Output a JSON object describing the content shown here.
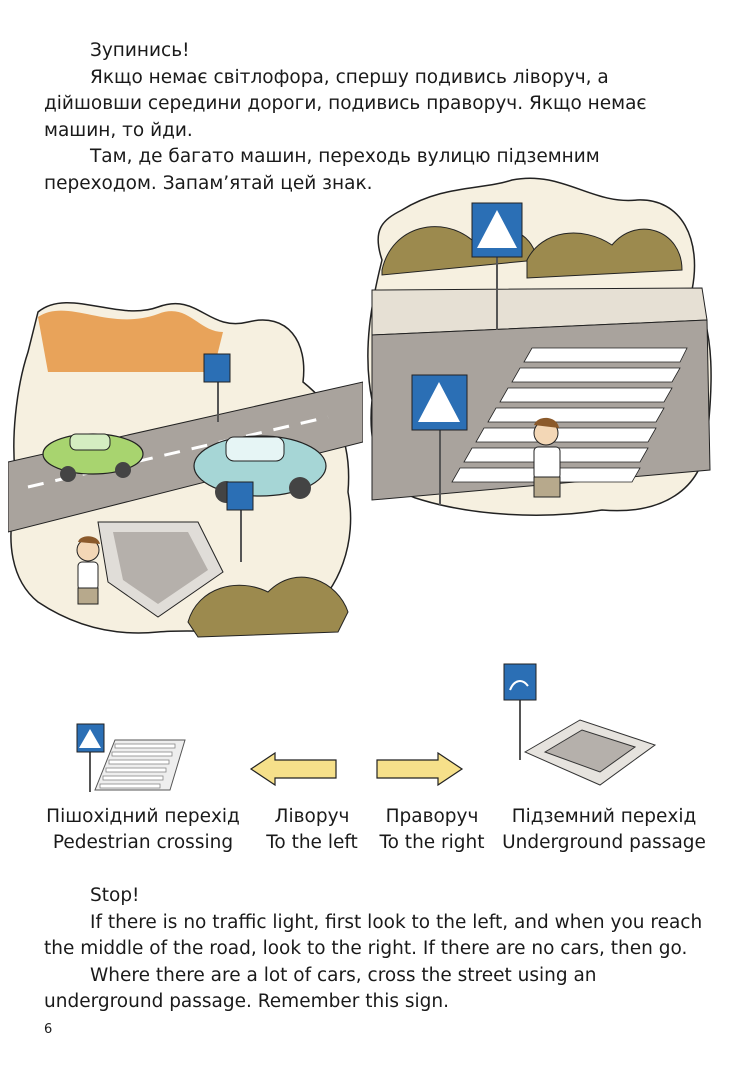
{
  "ukrainian_text": {
    "heading": "Зупинись!",
    "paragraph_1": "Якщо немає світлофора, спершу подивись ліворуч, а дійшовши середини дороги, подивись праворуч. Якщо немає машин, то йди.",
    "paragraph_2": "Там, де багато машин, переходь вулицю підземним переходом. Запам’ятай цей знак."
  },
  "captions": [
    {
      "uk": "Пішохідний перехід",
      "en": "Pedestrian crossing"
    },
    {
      "uk": "Ліворуч",
      "en": "To the left"
    },
    {
      "uk": "Праворуч",
      "en": "To the right"
    },
    {
      "uk": "Підземний перехід",
      "en": "Underground passage"
    }
  ],
  "english_text": {
    "heading": "Stop!",
    "paragraph_1": "If there is no traffic light, first look to the left, and when you reach the middle of the road, look to the right. If there are no cars, then go.",
    "paragraph_2": "Where there are a lot of cars, cross the street using an underground passage. Remember this sign."
  },
  "page_number": "6",
  "colors": {
    "sign_blue": "#2b6fb5",
    "arrow_yellow": "#f6e08a",
    "car_green": "#a8d46f",
    "car_teal": "#a6d6d6",
    "bush_olive": "#9c8a4e",
    "ground_beige": "#f6f0e0",
    "road_gray": "#a9a39d"
  }
}
